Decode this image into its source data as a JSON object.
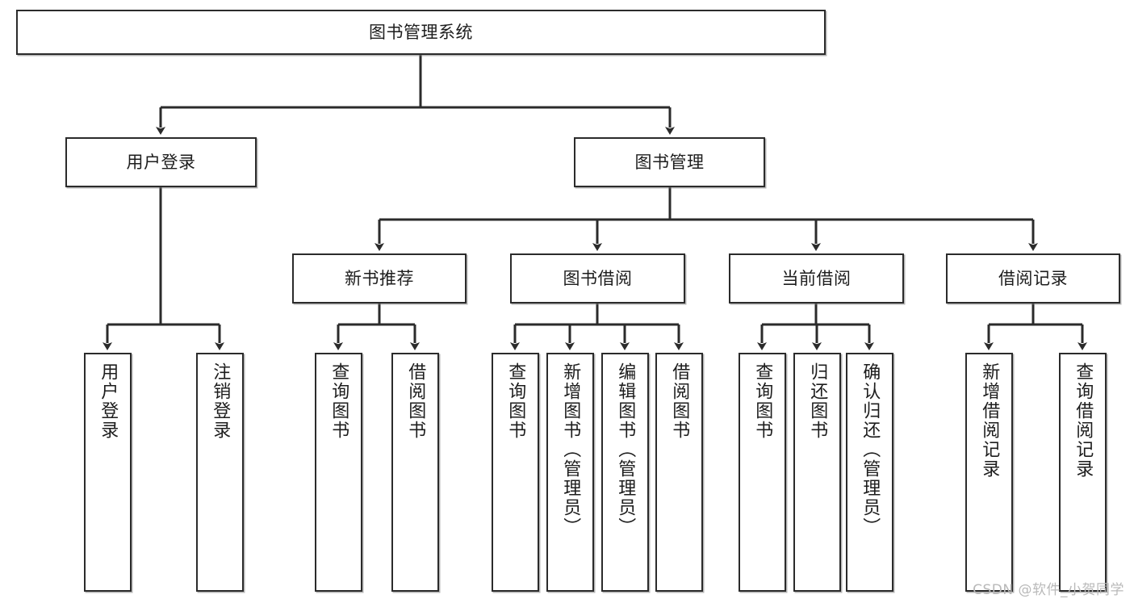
{
  "diagram": {
    "title": "图书管理系统",
    "watermark": "CSDN @软件_小贺同学",
    "stroke_color": "#2b2b2b",
    "background_color": "#ffffff",
    "watermark_color": "#b9b9b9",
    "nodes": {
      "root": "图书管理系统",
      "level2": {
        "user_login": "用户登录",
        "book_manage": "图书管理"
      },
      "level3": {
        "new_book_rec": "新书推荐",
        "book_borrow": "图书借阅",
        "current_borrow": "当前借阅",
        "borrow_record": "借阅记录"
      },
      "leaves": {
        "user_login_children": [
          "用户登录",
          "注销登录"
        ],
        "new_book_rec_children": [
          "查询图书",
          "借阅图书"
        ],
        "book_borrow_children": [
          "查询图书",
          "新增图书（管理员）",
          "编辑图书（管理员）",
          "借阅图书"
        ],
        "current_borrow_children": [
          "查询图书",
          "归还图书",
          "确认归还（管理员）"
        ],
        "borrow_record_children": [
          "新增借阅记录",
          "查询借阅记录"
        ]
      }
    }
  }
}
